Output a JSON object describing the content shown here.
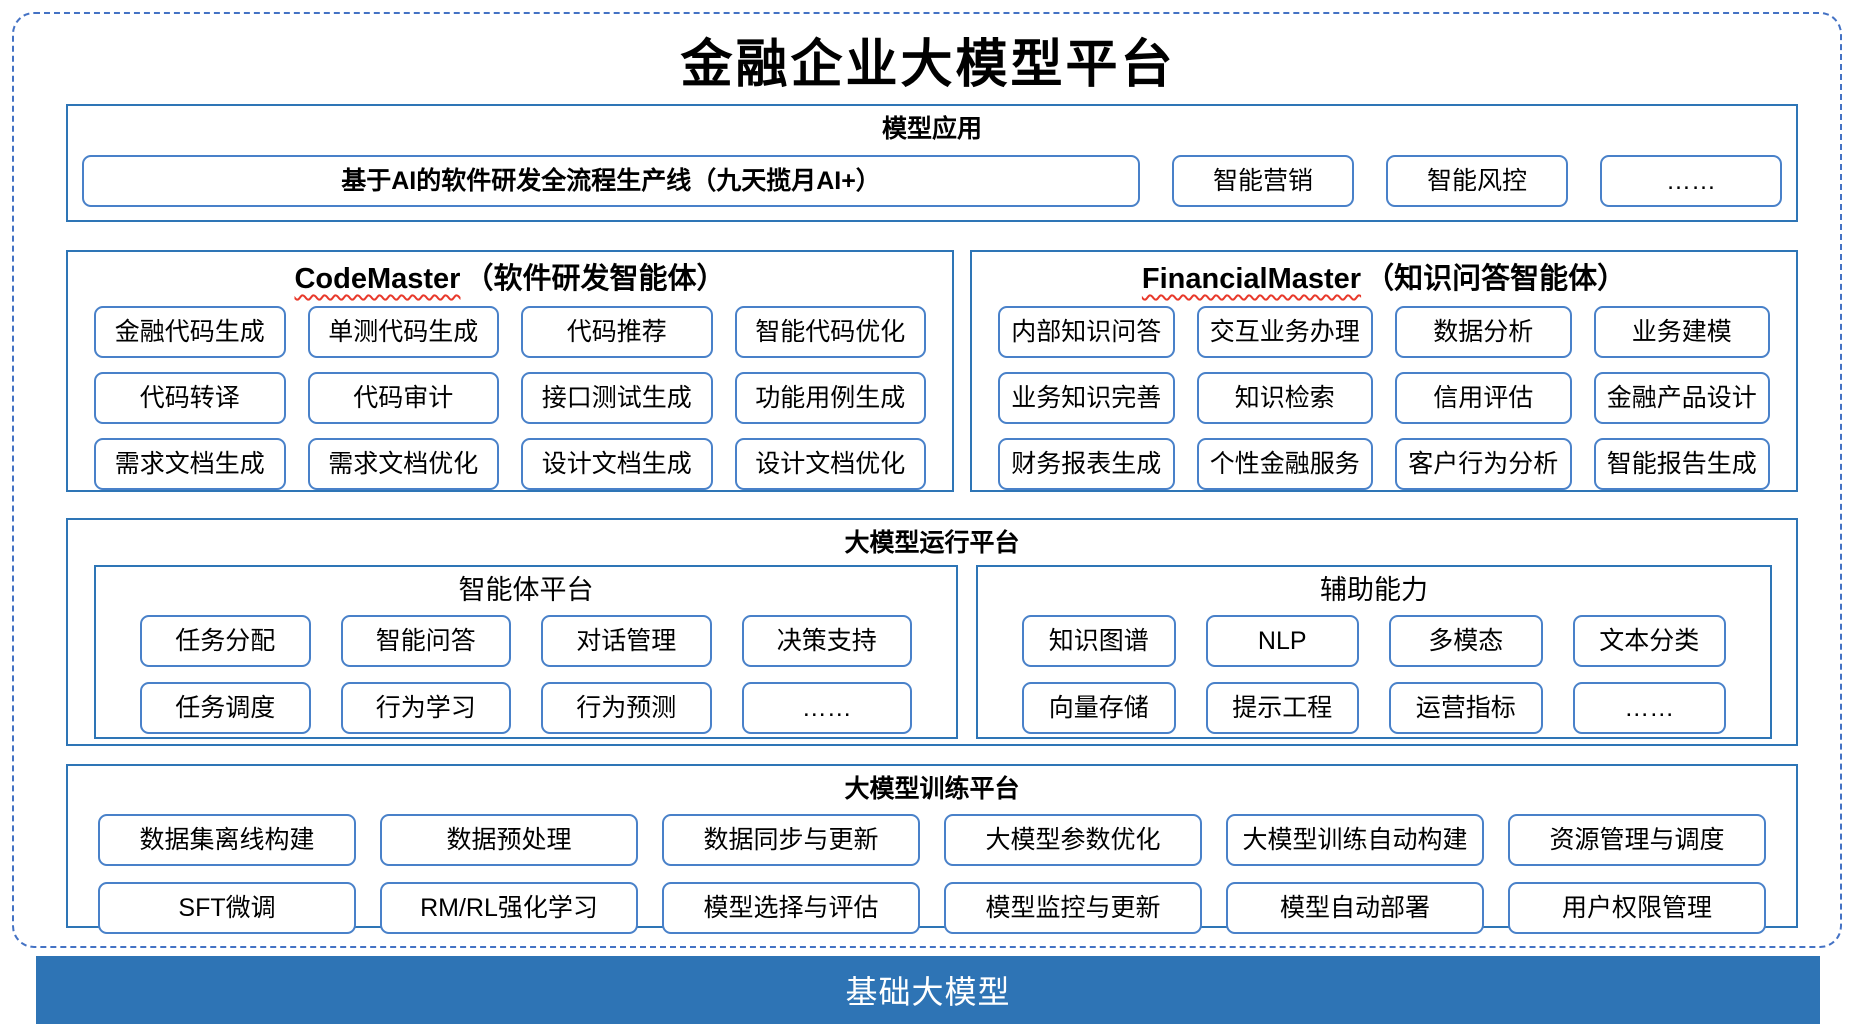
{
  "title": "金融企业大模型平台",
  "colors": {
    "section_border": "#2E75B6",
    "item_border": "#4981C9",
    "outer_dashed": "#4472C4",
    "foundation_bg": "#2E74B5",
    "squiggle_red": "#E8392B"
  },
  "model_app": {
    "header": "模型应用",
    "pipeline": "基于AI的软件研发全流程生产线（九天揽月AI+）",
    "items": [
      "智能营销",
      "智能风控",
      "……"
    ]
  },
  "agents": [
    {
      "en": "CodeMaster",
      "cn": "（软件研发智能体）",
      "items": [
        "金融代码生成",
        "单测代码生成",
        "代码推荐",
        "智能代码优化",
        "代码转译",
        "代码审计",
        "接口测试生成",
        "功能用例生成",
        "需求文档生成",
        "需求文档优化",
        "设计文档生成",
        "设计文档优化"
      ]
    },
    {
      "en": "FinancialMaster",
      "cn": "（知识问答智能体）",
      "items": [
        "内部知识问答",
        "交互业务办理",
        "数据分析",
        "业务建模",
        "业务知识完善",
        "知识检索",
        "信用评估",
        "金融产品设计",
        "财务报表生成",
        "个性金融服务",
        "客户行为分析",
        "智能报告生成"
      ]
    }
  ],
  "runtime": {
    "header": "大模型运行平台",
    "groups": [
      {
        "header": "智能体平台",
        "items": [
          "任务分配",
          "智能问答",
          "对话管理",
          "决策支持",
          "任务调度",
          "行为学习",
          "行为预测",
          "……"
        ]
      },
      {
        "header": "辅助能力",
        "items": [
          "知识图谱",
          "NLP",
          "多模态",
          "文本分类",
          "向量存储",
          "提示工程",
          "运营指标",
          "……"
        ]
      }
    ]
  },
  "training": {
    "header": "大模型训练平台",
    "items": [
      "数据集离线构建",
      "数据预处理",
      "数据同步与更新",
      "大模型参数优化",
      "大模型训练自动构建",
      "资源管理与调度",
      "SFT微调",
      "RM/RL强化学习",
      "模型选择与评估",
      "模型监控与更新",
      "模型自动部署",
      "用户权限管理"
    ]
  },
  "foundation": {
    "label": "基础大模型"
  }
}
